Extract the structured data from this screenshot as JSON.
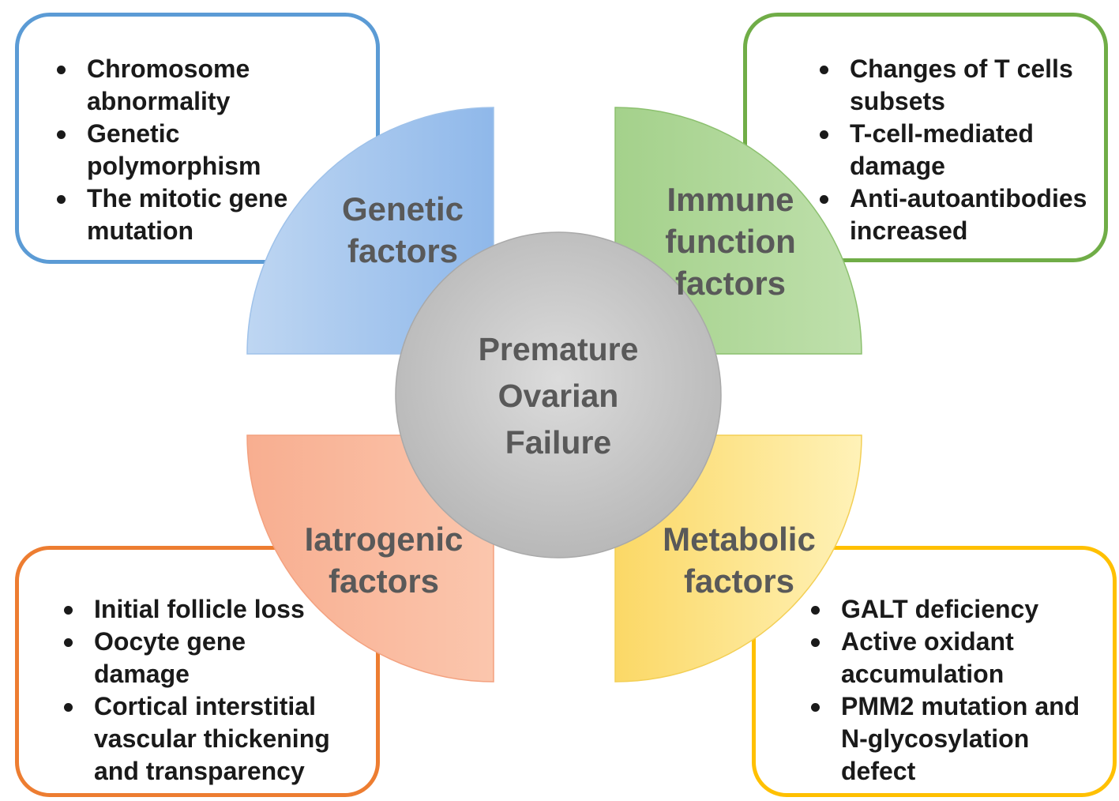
{
  "center": {
    "lines": [
      "Premature",
      "Ovarian",
      "Failure"
    ]
  },
  "genetic": {
    "label": [
      "Genetic",
      "factors"
    ],
    "items": [
      "Chromosome abnormality",
      "Genetic polymorphism",
      "The mitotic gene mutation"
    ],
    "color": "#5b9bd5"
  },
  "immune": {
    "label": [
      "Immune",
      "function",
      "factors"
    ],
    "items": [
      "Changes of T cells subsets",
      "T-cell-mediated damage",
      "Anti-autoantibodies increased"
    ],
    "color": "#70ad47"
  },
  "iatrogenic": {
    "label": [
      "Iatrogenic",
      "factors"
    ],
    "items": [
      "Initial follicle loss",
      "Oocyte gene damage",
      "Cortical interstitial vascular thickening and transparency"
    ],
    "color": "#ed7d31"
  },
  "metabolic": {
    "label": [
      "Metabolic",
      "factors"
    ],
    "items": [
      "GALT deficiency",
      "Active oxidant accumulation",
      "PMM2 mutation and N-glycosylation defect"
    ],
    "color": "#ffc000"
  }
}
